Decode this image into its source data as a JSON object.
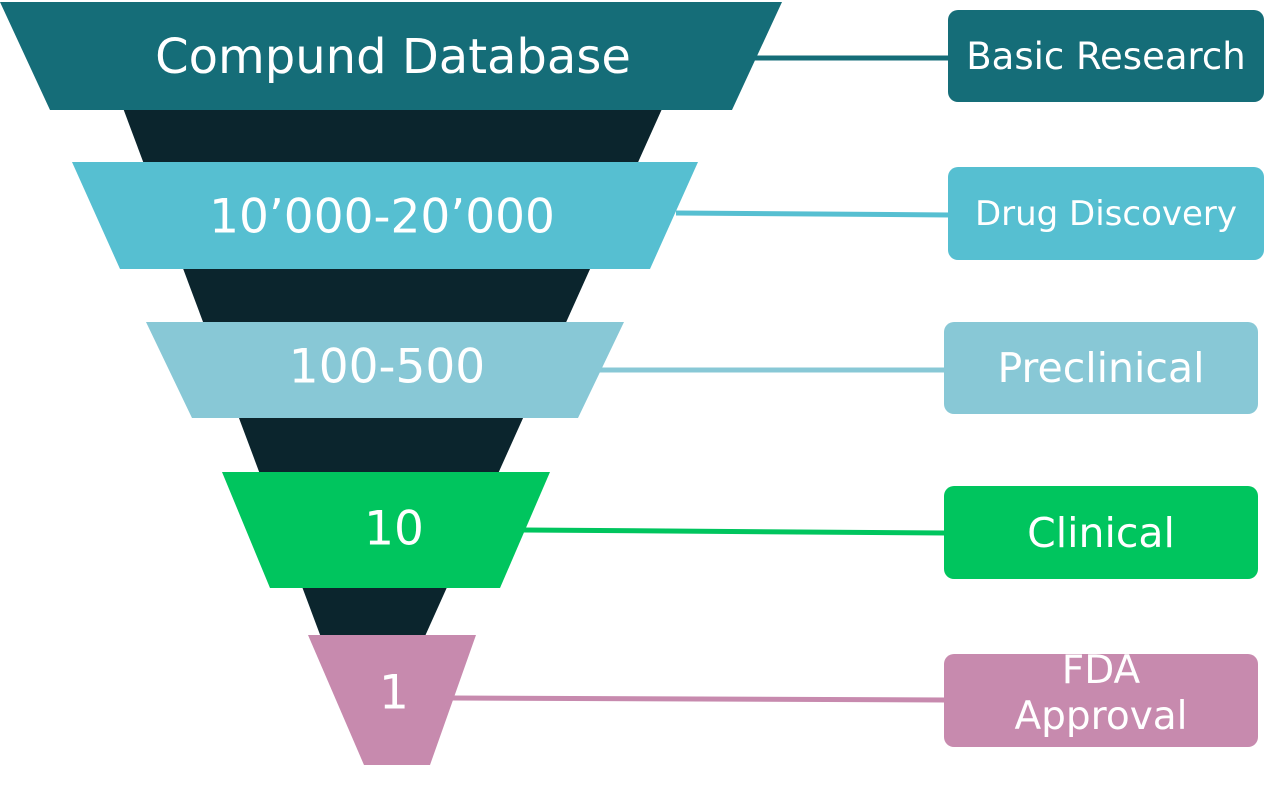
{
  "colors": {
    "cone": "#0b252d",
    "basic_research": "#156d78",
    "drug_discovery": "#56bfd1",
    "preclinical": "#88c8d6",
    "clinical": "#00c55e",
    "fda_approval": "#c78aae"
  },
  "tiers": [
    {
      "label": "Compund Database",
      "stage": "Basic Research",
      "color": "#156d78"
    },
    {
      "label": "10’000-20’000",
      "stage": "Drug Discovery",
      "color": "#56bfd1"
    },
    {
      "label": "100-500",
      "stage": "Preclinical",
      "color": "#88c8d6"
    },
    {
      "label": "10",
      "stage": "Clinical",
      "color": "#00c55e"
    },
    {
      "label": "1",
      "stage": "FDA Approval",
      "color": "#c78aae"
    }
  ]
}
